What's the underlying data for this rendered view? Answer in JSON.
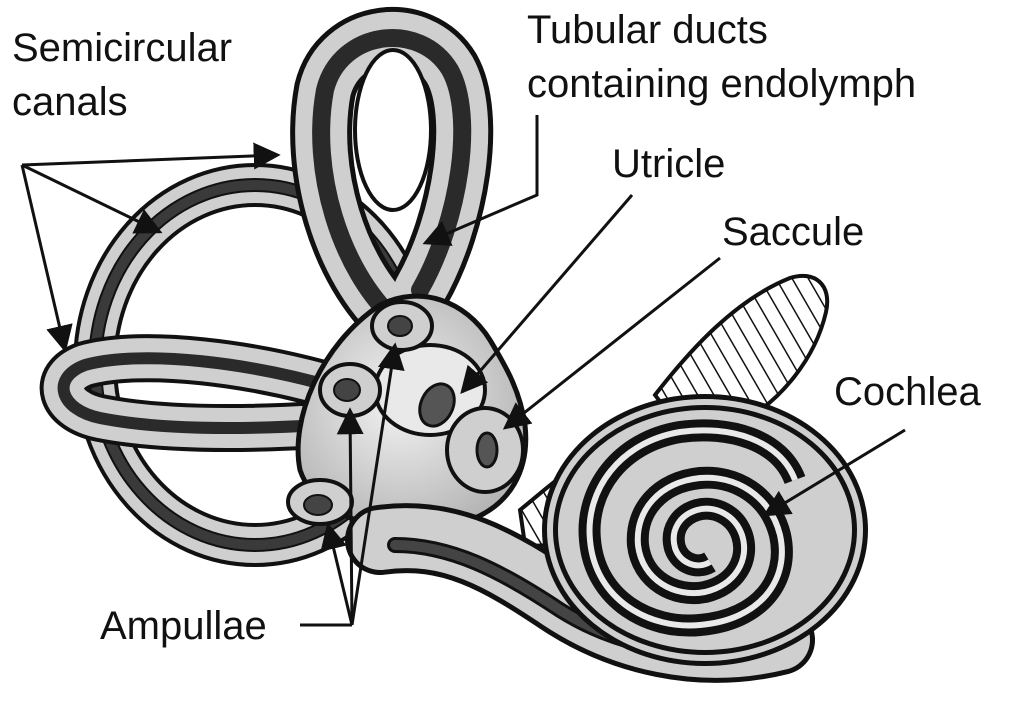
{
  "diagram": {
    "labels": {
      "semicircular_line1": "Semicircular",
      "semicircular_line2": "canals",
      "tubular_line1": "Tubular ducts",
      "tubular_line2": "containing endolymph",
      "utricle": "Utricle",
      "saccule": "Saccule",
      "cochlea": "Cochlea",
      "ampullae": "Ampullae"
    },
    "colors": {
      "outline": "#111111",
      "bony_fill": "#cfcfcf",
      "light_fill": "#e9e9e9",
      "duct_fill": "#2a2a2a",
      "background": "#ffffff"
    }
  }
}
